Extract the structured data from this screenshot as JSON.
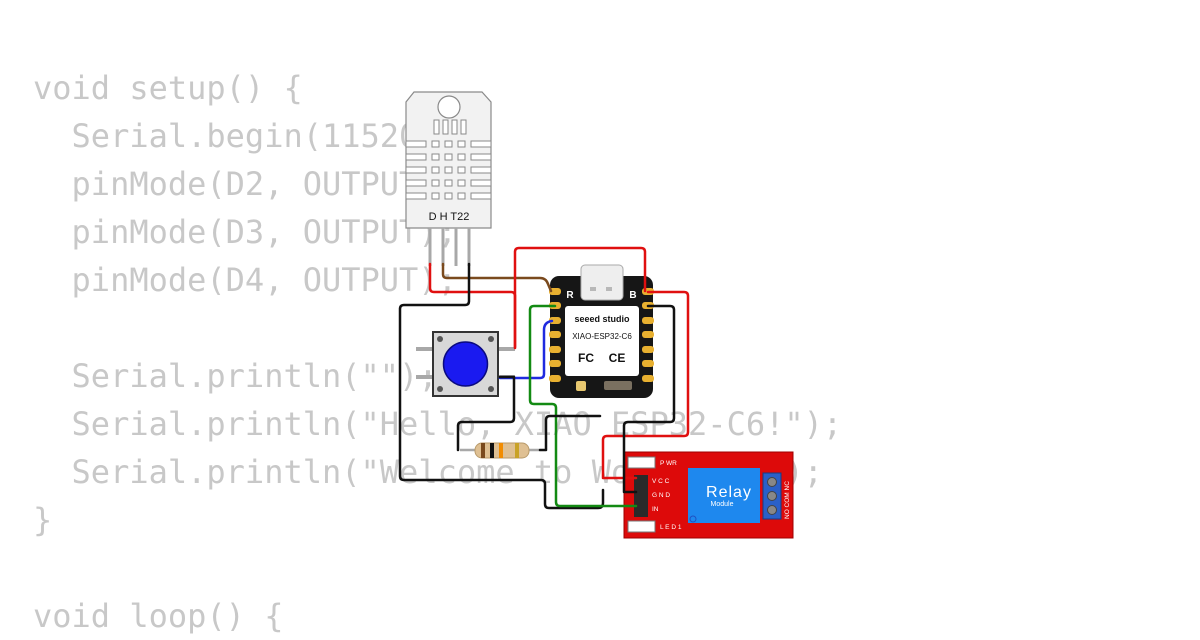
{
  "code_lines": [
    "void setup() {",
    "  Serial.begin(115200);",
    "  pinMode(D2, OUTPUT);",
    "  pinMode(D3, OUTPUT);",
    "  pinMode(D4, OUTPUT);",
    "",
    "  Serial.println(\"\");",
    "  Serial.println(\"Hello, XIAO ESP32-C6!\");",
    "  Serial.println(\"Welcome to Wokwi :-)\");",
    "}",
    "",
    "void loop() {"
  ],
  "sensor": {
    "label": "D H T22"
  },
  "board": {
    "brand": "seeed studio",
    "model": "XIAO-ESP32-C6",
    "fc_mark": "FC",
    "ce_mark": "CE",
    "pad_left_label": "R",
    "pad_right_label": "B"
  },
  "relay": {
    "title": "Relay",
    "subtitle": "Module",
    "pwr_label": "P WR",
    "vcc_label": "V C C",
    "gnd_label": "G N D",
    "in_label": "IN",
    "led_label": "L E D 1",
    "terminal_label": "NO COM NC"
  },
  "colors": {
    "code_text": "#c8c8c8",
    "wire_red": "#e01010",
    "wire_black": "#111111",
    "wire_brown": "#7a4a1e",
    "wire_green": "#138a13",
    "wire_blue": "#1f2ae0",
    "relay_board": "#dd0a0a",
    "relay_block": "#1e88ee",
    "button_cap": "#1a1af0",
    "board_body": "#161616",
    "pin_gold": "#e8b030"
  }
}
